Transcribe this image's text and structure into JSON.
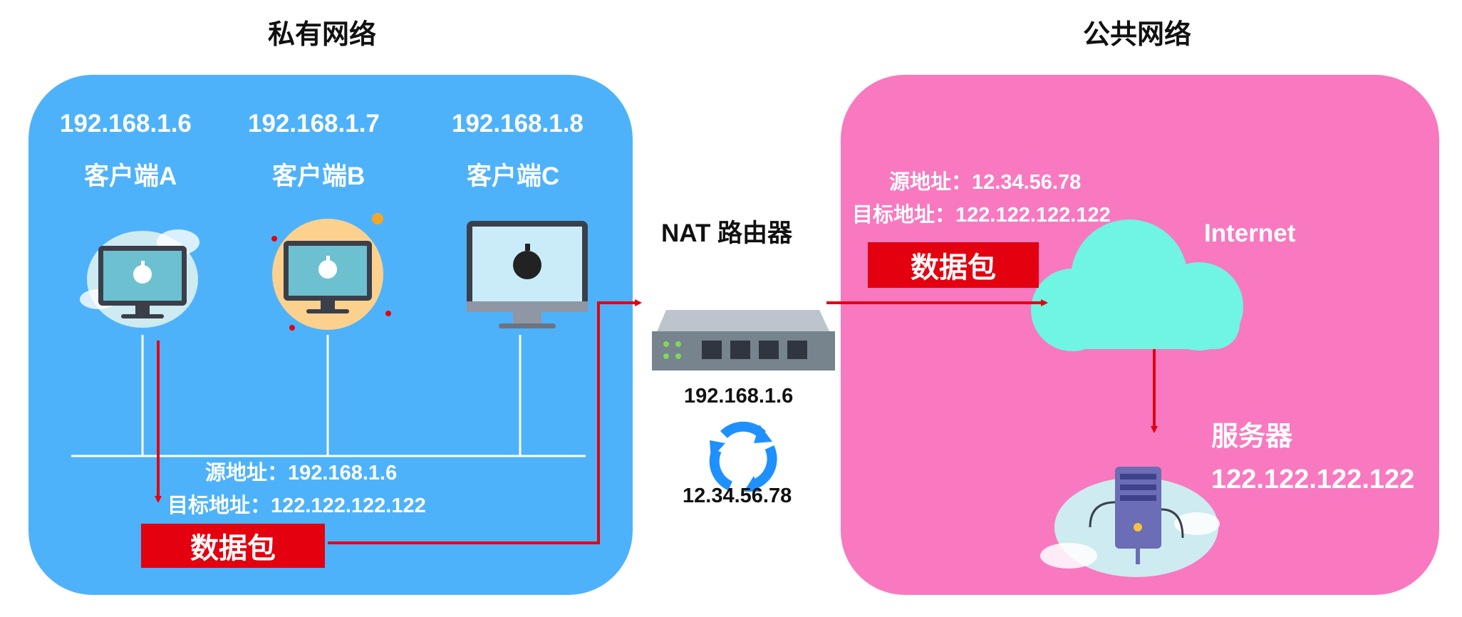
{
  "private_network": {
    "title": "私有网络",
    "clients": [
      {
        "ip": "192.168.1.6",
        "name": "客户端A"
      },
      {
        "ip": "192.168.1.7",
        "name": "客户端B"
      },
      {
        "ip": "192.168.1.8",
        "name": "客户端C"
      }
    ],
    "packet": {
      "src": "源地址：192.168.1.6",
      "dst": "目标地址：122.122.122.122",
      "label": "数据包"
    }
  },
  "router": {
    "title": "NAT 路由器",
    "ip_private": "192.168.1.6",
    "ip_public": "12.34.56.78"
  },
  "public_network": {
    "title": "公共网络",
    "internet_label": "Internet",
    "packet": {
      "src": "源地址：12.34.56.78",
      "dst": "目标地址：122.122.122.122",
      "label": "数据包"
    },
    "server": {
      "name": "服务器",
      "ip": "122.122.122.122"
    }
  },
  "colors": {
    "private_bg": "#4eb2fb",
    "public_bg": "#f879bf",
    "packet": "#e3000f",
    "arrow": "#e3000f",
    "cloud": "#6ff5e2",
    "sync": "#1e90ff"
  }
}
